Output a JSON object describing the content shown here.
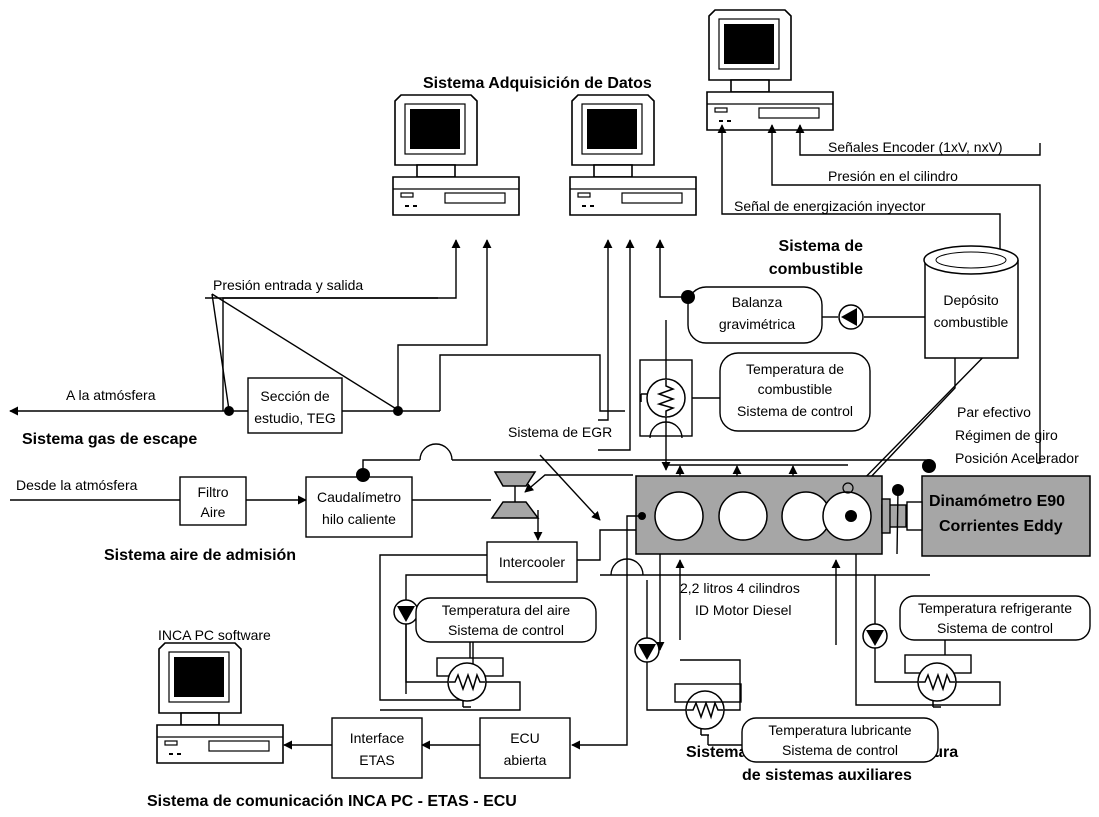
{
  "section_titles": {
    "data_acquisition": "Sistema Adquisición de Datos",
    "fuel_system_1": "Sistema de",
    "fuel_system_2": "combustible",
    "exhaust_system": "Sistema gas de escape",
    "intake_system": "Sistema aire de admisión",
    "communication_system": "Sistema de comunicación INCA PC - ETAS - ECU",
    "temp_control_1": "Sistemas de control de temperatura",
    "temp_control_2": "de sistemas auxiliares"
  },
  "signals": {
    "encoder": "Señales Encoder (1xV, nxV)",
    "cylinder_pressure": "Presión en el cilindro",
    "injector": "Señal de energización inyector",
    "pressure_in_out": "Presión entrada y salida",
    "to_atmosphere": "A la atmósfera",
    "from_atmosphere": "Desde la atmósfera",
    "egr": "Sistema de EGR",
    "torque": "Par efectivo",
    "speed": "Régimen de giro",
    "throttle": "Posición Acelerador"
  },
  "components": {
    "test_section_1": "Sección de",
    "test_section_2": "estudio, TEG",
    "air_filter_1": "Filtro",
    "air_filter_2": "Aire",
    "flowmeter_1": "Caudalímetro",
    "flowmeter_2": "hilo caliente",
    "intercooler": "Intercooler",
    "scale_1": "Balanza",
    "scale_2": "gravimétrica",
    "tank_1": "Depósito",
    "tank_2": "combustible",
    "fuel_temp_1": "Temperatura de",
    "fuel_temp_2": "combustible",
    "fuel_temp_3": "Sistema de control",
    "dyno_1": "Dinamómetro E90",
    "dyno_2": "Corrientes Eddy",
    "engine_1": "2,2 litros 4 cilindros",
    "engine_2": "ID Motor Diesel",
    "air_temp_1": "Temperatura del aire",
    "air_temp_2": "Sistema de control",
    "coolant_temp_1": "Temperatura refrigerante",
    "coolant_temp_2": "Sistema de control",
    "lube_temp_1": "Temperatura lubricante",
    "lube_temp_2": "Sistema de control",
    "inca_pc": "INCA PC software",
    "etas_1": "Interface",
    "etas_2": "ETAS",
    "ecu_1": "ECU",
    "ecu_2": "abierta"
  },
  "icons": [
    "computer-icon",
    "pump-icon",
    "heat-exchanger-icon",
    "sensor-icon",
    "turbocharger-icon",
    "fuel-tank-icon"
  ]
}
